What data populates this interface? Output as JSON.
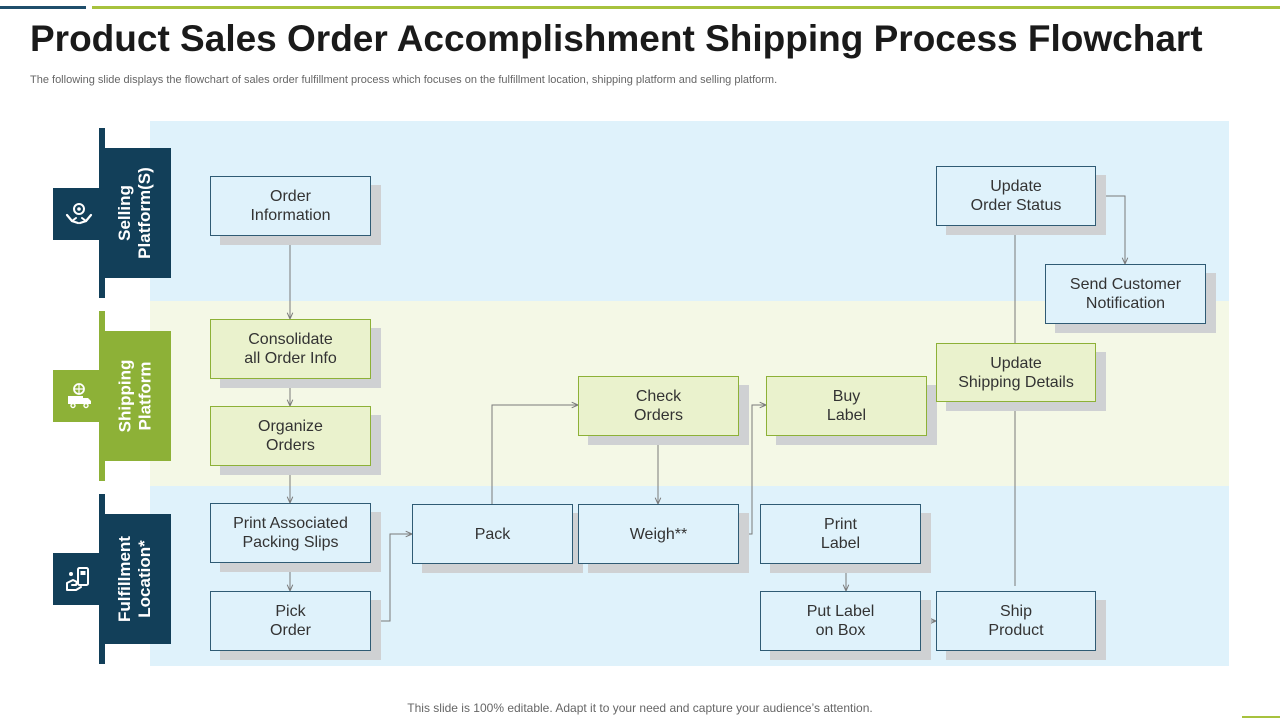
{
  "title": "Product Sales Order Accomplishment Shipping Process Flowchart",
  "subtitle": "The following slide displays the flowchart of sales order fulfillment process which focuses on the fulfillment location, shipping platform and selling platform.",
  "lanes": {
    "selling": "Selling\nPlatform(S)",
    "shipping": "Shipping\nPlatform",
    "fulfillment": "Fulfillment\nLocation*"
  },
  "icons": {
    "selling": "hands-with-gear-icon",
    "shipping": "delivery-truck-globe-icon",
    "fulfillment": "hand-with-phone-icon"
  },
  "boxes": {
    "order_information": "Order\nInformation",
    "consolidate": "Consolidate\nall Order Info",
    "organize": "Organize\nOrders",
    "print_slips": "Print Associated\nPacking Slips",
    "pick_order": "Pick\nOrder",
    "pack": "Pack",
    "check_orders": "Check\nOrders",
    "weigh": "Weigh**",
    "buy_label": "Buy\nLabel",
    "print_label": "Print\nLabel",
    "put_label": "Put Label\non Box",
    "ship_product": "Ship\nProduct",
    "update_shipping": "Update\nShipping Details",
    "update_status": "Update\nOrder Status",
    "send_notification": "Send Customer\nNotification"
  },
  "colors": {
    "dark_blue": "#123f59",
    "green": "#8db137",
    "lane_blue": "#dff2fb",
    "lane_green": "#f4f8e6"
  },
  "footer": "This slide is 100% editable. Adapt it to your need and capture your audience’s attention."
}
